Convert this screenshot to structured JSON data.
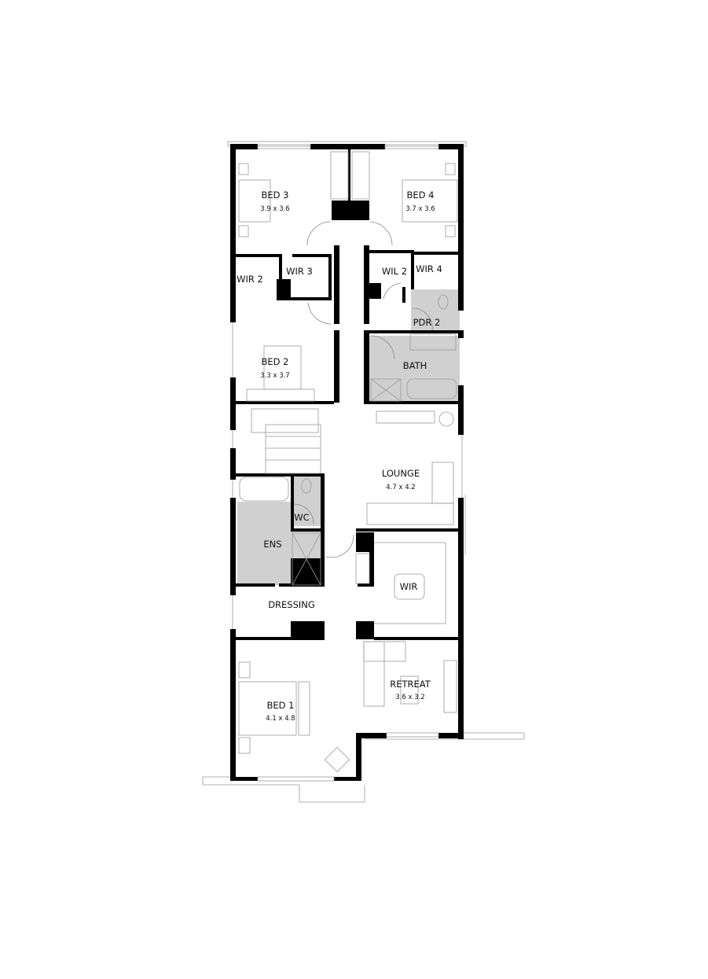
{
  "colors": {
    "wall": "#000000",
    "wet_area": "#d0d0d0",
    "fixture_line": "#999999"
  },
  "rooms": {
    "bed3": {
      "name": "BED 3",
      "size": "3.9 x 3.6"
    },
    "bed4": {
      "name": "BED 4",
      "size": "3.7 x 3.6"
    },
    "wir3": {
      "name": "WIR 3"
    },
    "wir2": {
      "name": "WIR 2"
    },
    "wil2": {
      "name": "WIL 2"
    },
    "wir4": {
      "name": "WIR 4"
    },
    "pdr2": {
      "name": "PDR 2"
    },
    "bath": {
      "name": "BATH"
    },
    "bed2": {
      "name": "BED 2",
      "size": "3.3 x 3.7"
    },
    "lounge": {
      "name": "LOUNGE",
      "size": "4.7 x 4.2"
    },
    "wc": {
      "name": "WC"
    },
    "ens": {
      "name": "ENS"
    },
    "wir": {
      "name": "WIR"
    },
    "dressing": {
      "name": "DRESSING"
    },
    "retreat": {
      "name": "RETREAT",
      "size": "3.6 x 3.2"
    },
    "bed1": {
      "name": "BED 1",
      "size": "4.1 x 4.8"
    }
  }
}
